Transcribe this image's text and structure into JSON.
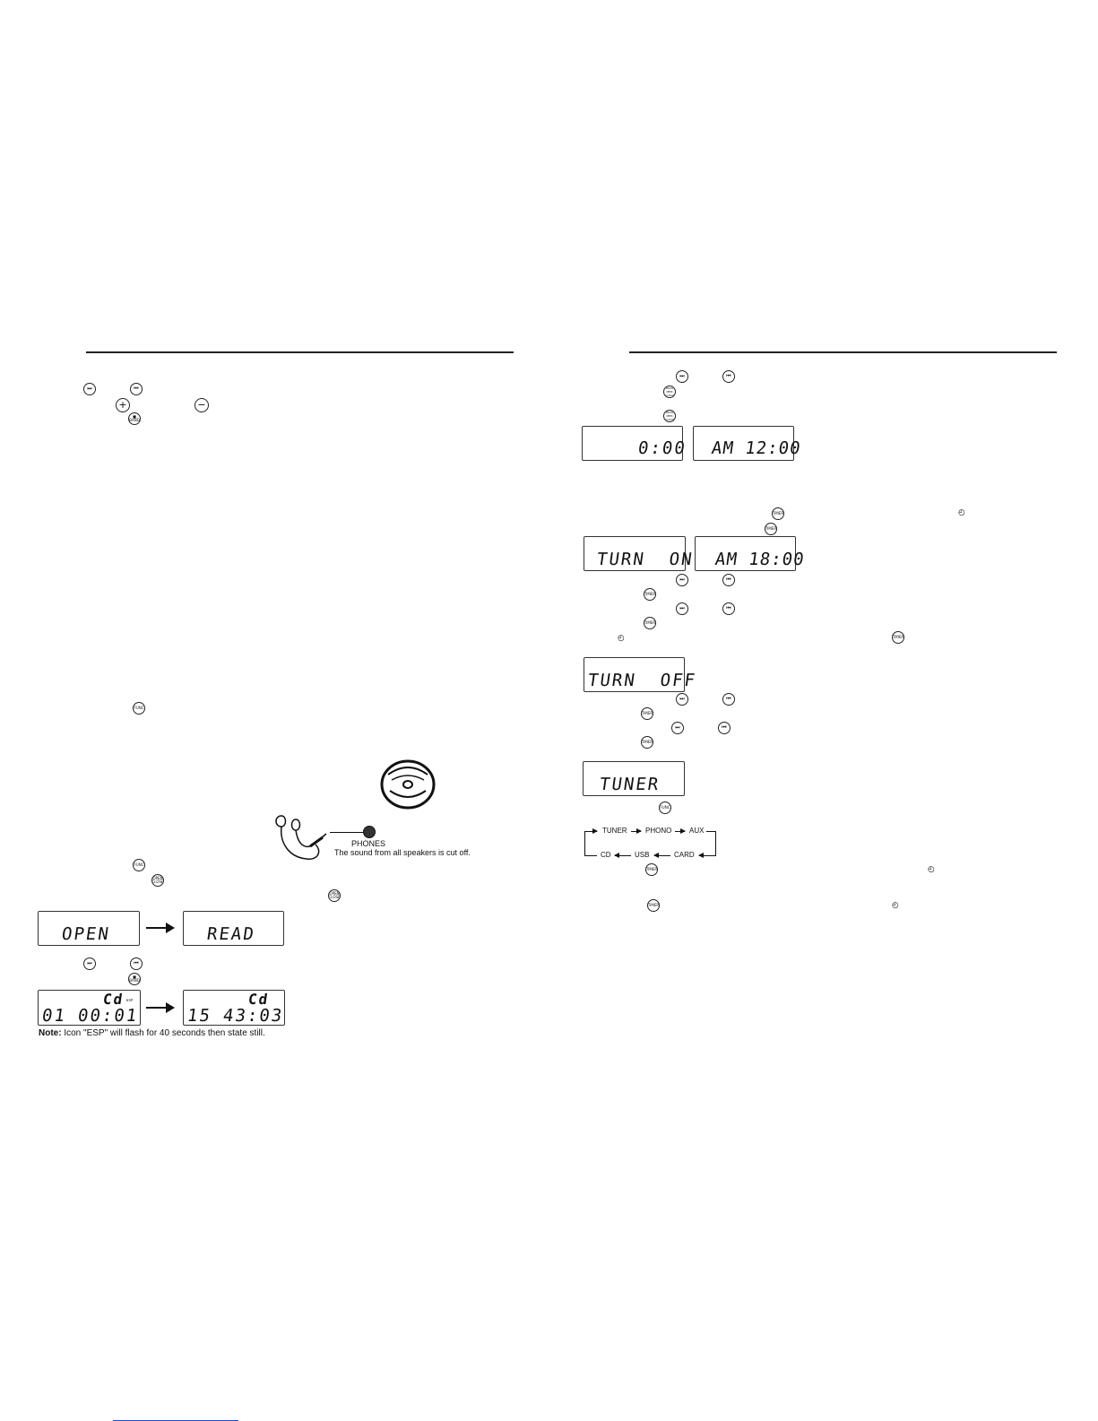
{
  "lcd": {
    "clock_24": "0:00",
    "clock_12": "AM 12:00",
    "timer_on": "TURN  ON",
    "timer_on_time": "AM 18:00",
    "timer_off": "TURN  OFF",
    "tuner": "TUNER",
    "open": "OPEN",
    "read": "READ",
    "cd_icon": "Cd",
    "esp_icon": "ESP",
    "cd_track_1": "01",
    "cd_time_1": "00:01",
    "cd_track_2": "15",
    "cd_time_2": "43:03"
  },
  "buttons": {
    "func": "FUNC",
    "timer": "TIMER",
    "open_close_top": "OPEN",
    "open_close_bottom": "CLOSE",
    "band_top": "■",
    "band_bottom": "BAND",
    "mem_top": "PROG",
    "mem_mid": "MEM",
    "mem_bottom": "CLOCK",
    "next": "⏭",
    "prev": "⏮",
    "plus": "+",
    "minus": "−"
  },
  "headphones": {
    "jack_label": "PHONES",
    "caption": "The sound from all speakers is cut off."
  },
  "note": {
    "label": "Note:",
    "text": " Icon \"ESP\" will flash for 40 seconds then state still."
  },
  "source_cycle": [
    "TUNER",
    "PHONO",
    "AUX",
    "CARD",
    "USB",
    "CD"
  ],
  "standby_icon": "◴"
}
